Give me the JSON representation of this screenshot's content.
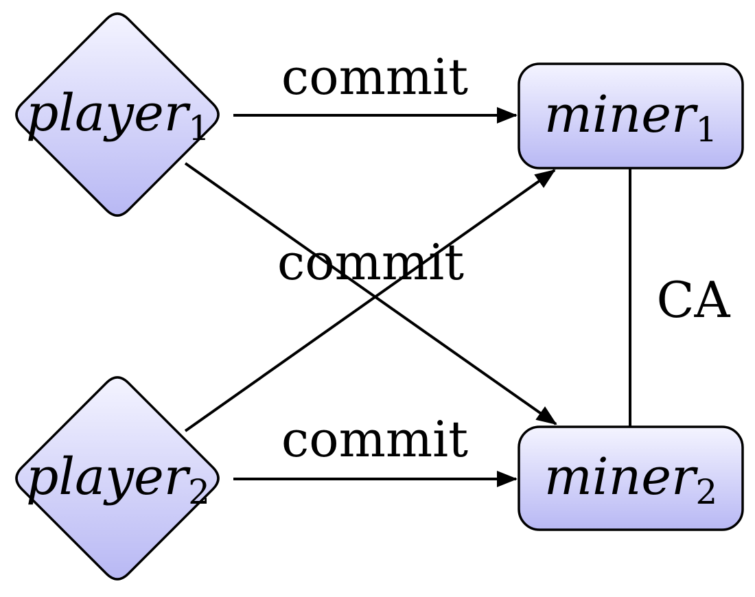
{
  "nodes": {
    "player1": {
      "name": "player",
      "sub": "1"
    },
    "player2": {
      "name": "player",
      "sub": "2"
    },
    "miner1": {
      "name": "miner",
      "sub": "1"
    },
    "miner2": {
      "name": "miner",
      "sub": "2"
    }
  },
  "edges": {
    "top_commit": "commit",
    "middle_commit": "commit",
    "bottom_commit": "commit",
    "ca": "CA"
  },
  "colors": {
    "node_top": "#f4f4ff",
    "node_bottom": "#b8b8f4",
    "stroke": "#000000"
  }
}
